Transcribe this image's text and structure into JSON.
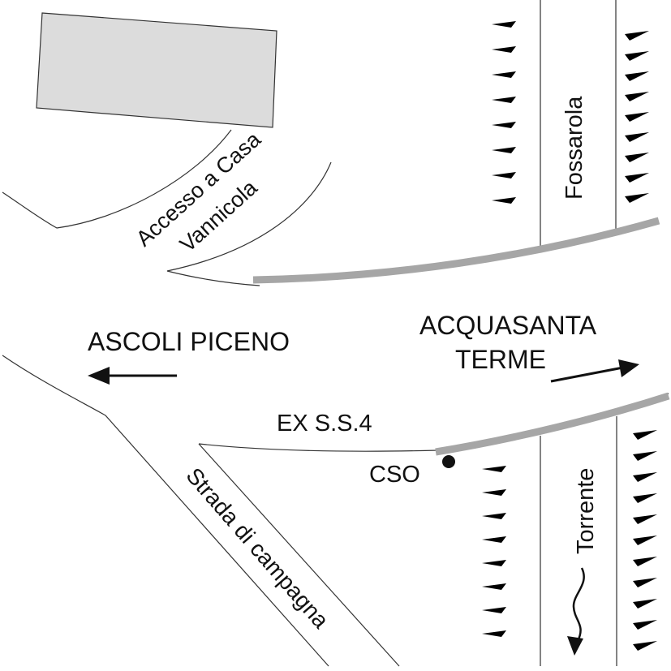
{
  "labels": {
    "access": [
      "Accesso a Casa",
      "Vannicola"
    ],
    "fossarola": "Fossarola",
    "ascoli": "ASCOLI PICENO",
    "acquasanta": [
      "ACQUASANTA",
      "TERME"
    ],
    "road": "EX  S.S.4",
    "cso": "CSO",
    "strada": "Strada di campagna",
    "torrente": "Torrente"
  },
  "colors": {
    "building": "#dcdcdc",
    "guardrail": "#a6a6a6",
    "lines": "#333333",
    "vegetation": "#000000"
  },
  "icons": {
    "vegetation": "vegetation-tick-icon",
    "direction": "direction-arrow-icon",
    "flow": "flow-arrow-icon",
    "point": "cso-point-icon"
  }
}
